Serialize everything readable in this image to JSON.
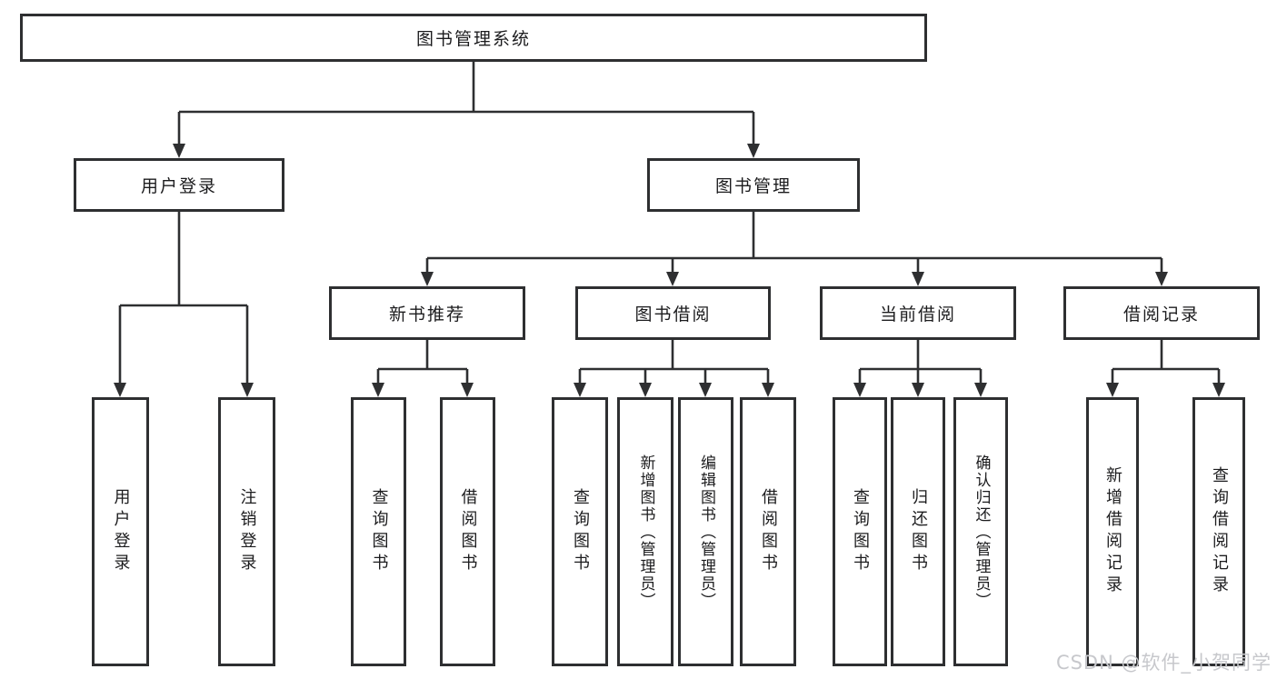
{
  "diagram": {
    "title": "图书管理系统",
    "level2": {
      "user_login": "用户登录",
      "book_mgmt": "图书管理"
    },
    "level3": {
      "new_books": "新书推荐",
      "book_borrow": "图书借阅",
      "current_borrow": "当前借阅",
      "borrow_records": "借阅记录"
    },
    "leaves": {
      "user_login": [
        "用户登录",
        "注销登录"
      ],
      "new_books": [
        "查询图书",
        "借阅图书"
      ],
      "book_borrow": [
        "查询图书",
        "新增图书（管理员）",
        "编辑图书（管理员）",
        "借阅图书"
      ],
      "current_borrow": [
        "查询图书",
        "归还图书",
        "确认归还（管理员）"
      ],
      "borrow_records": [
        "新增借阅记录",
        "查询借阅记录"
      ]
    }
  },
  "watermark": {
    "text": "CSDN @软件_小贺同学",
    "color": "#c7c8cc"
  },
  "theme": {
    "line_color": "#2e2f31",
    "text_color": "#1c1c1e",
    "background": "#ffffff"
  }
}
